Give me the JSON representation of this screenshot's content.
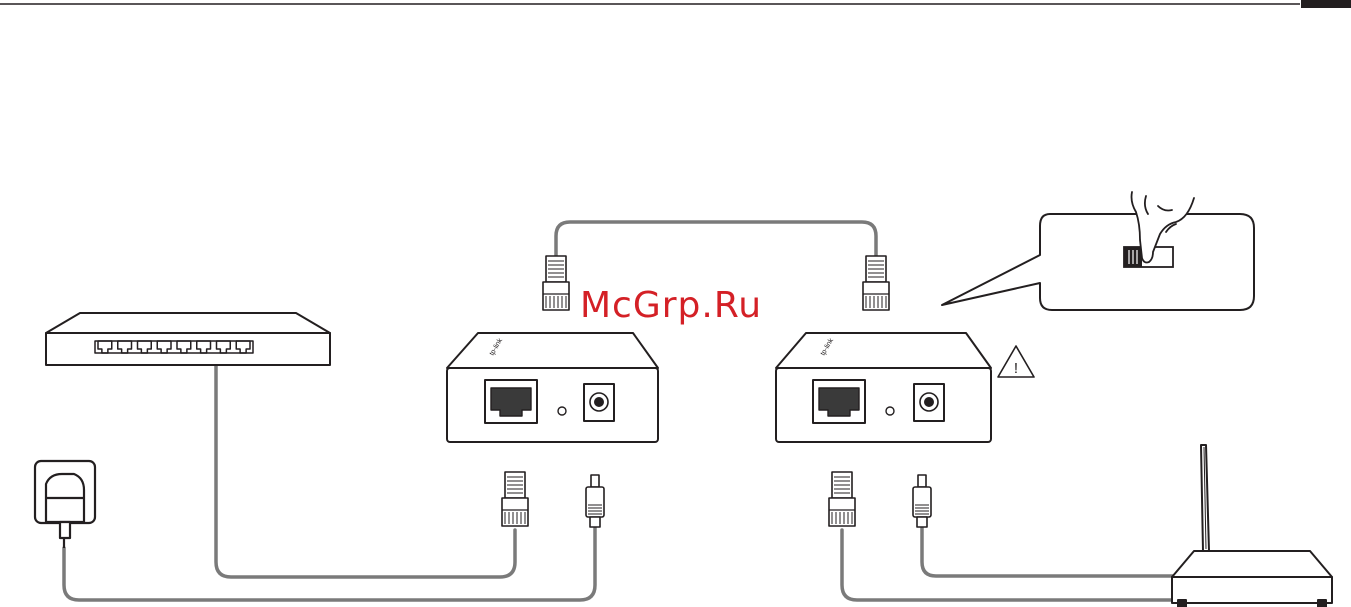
{
  "watermark": {
    "text": "McGrp.Ru",
    "color": "#d42026"
  },
  "devices": {
    "switch": {
      "icon": "network-switch-icon",
      "port_count": 8
    },
    "power_adapter": {
      "icon": "power-adapter-icon"
    },
    "injector": {
      "icon": "poe-injector-icon",
      "brand": "tp-link"
    },
    "splitter": {
      "icon": "poe-splitter-icon",
      "brand": "tp-link"
    },
    "router": {
      "icon": "wireless-router-icon"
    }
  },
  "warning": {
    "icon": "warning-triangle-icon",
    "symbol": "!"
  },
  "switch_callout": {
    "icon": "hand-pressing-switch-icon"
  },
  "colors": {
    "line": "#231f20",
    "cable": "#7a7a7a",
    "header_bar": "#231f20"
  }
}
